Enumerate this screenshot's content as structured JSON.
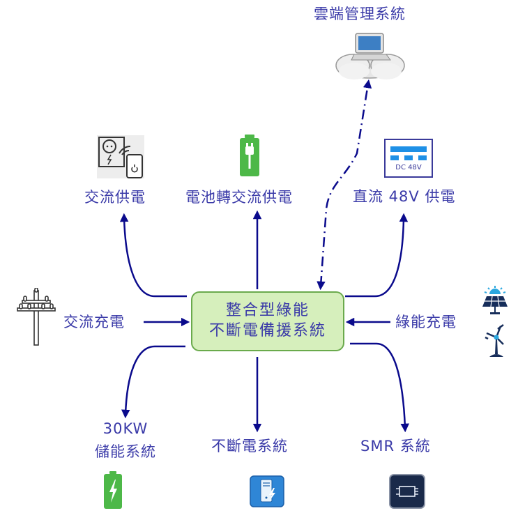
{
  "title": "整合型綠能不斷電備援系統 架構圖",
  "hub": {
    "line1": "整合型綠能",
    "line2": "不斷電備援系統"
  },
  "nodes": {
    "cloud": {
      "label": "雲端管理系統",
      "icon": "cloud-computer-icon"
    },
    "ac_supply": {
      "label": "交流供電",
      "icon": "smart-socket-phone-icon"
    },
    "battery_to_ac": {
      "label": "電池轉交流供電",
      "icon": "battery-plug-icon"
    },
    "dc48": {
      "label": "直流 48V 供電",
      "icon": "dc-power-icon",
      "icon_text": "DC 48V"
    },
    "ac_charge": {
      "label": "交流充電",
      "icon": "utility-pole-icon"
    },
    "green_charge": {
      "label": "綠能充電",
      "icons": [
        "solar-panel-icon",
        "wind-turbine-icon"
      ]
    },
    "storage": {
      "label_line1": "30KW",
      "label_line2": "儲能系統",
      "icon": "battery-charging-icon"
    },
    "ups": {
      "label": "不斷電系統",
      "icon": "ups-device-icon"
    },
    "smr": {
      "label": "SMR 系統",
      "icon": "rectifier-module-icon"
    }
  },
  "colors": {
    "text": "#3a3aa8",
    "arrow": "#0a0a8c",
    "hub_fill": "#d6efbc",
    "hub_border": "#6aaa4c",
    "green_icon": "#4db848"
  }
}
